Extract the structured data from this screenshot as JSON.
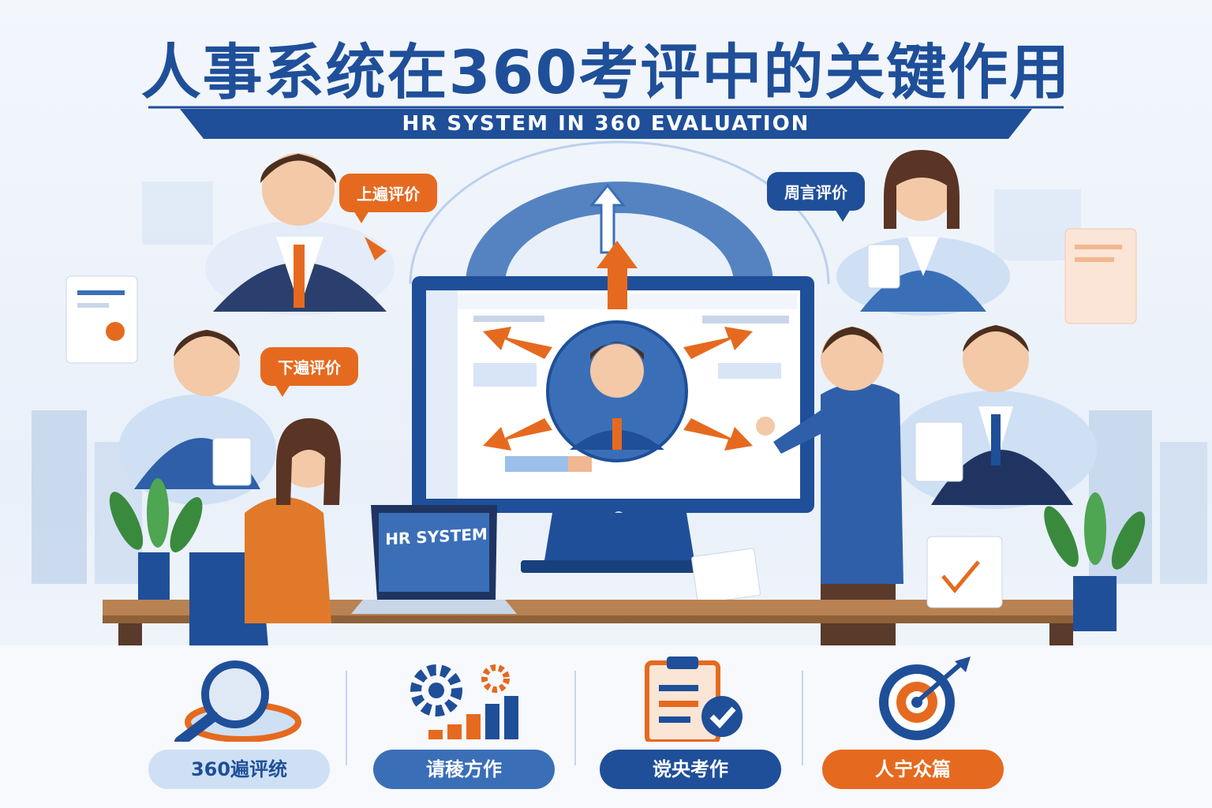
{
  "title": {
    "part1": "人事系统在",
    "highlight": "360考评",
    "part2": "中的关键作用"
  },
  "subtitle": "HR SYSTEM IN 360 EVALUATION",
  "bubbles": {
    "upper_left": "上遍评价",
    "lower_left": "下遍评价",
    "upper_right": "周言评价"
  },
  "laptop_screen": "HR SYSTEM",
  "features": [
    {
      "icon": "magnifier-icon",
      "label": "360遍评统"
    },
    {
      "icon": "gears-chart-icon",
      "label": "请稜方作"
    },
    {
      "icon": "clipboard-check-icon",
      "label": "谠央考作"
    },
    {
      "icon": "target-arrow-icon",
      "label": "人宁众篇"
    }
  ],
  "colors": {
    "primary_blue": "#1f4f99",
    "accent_orange": "#e56a1f",
    "light_blue": "#cfe0f5"
  }
}
